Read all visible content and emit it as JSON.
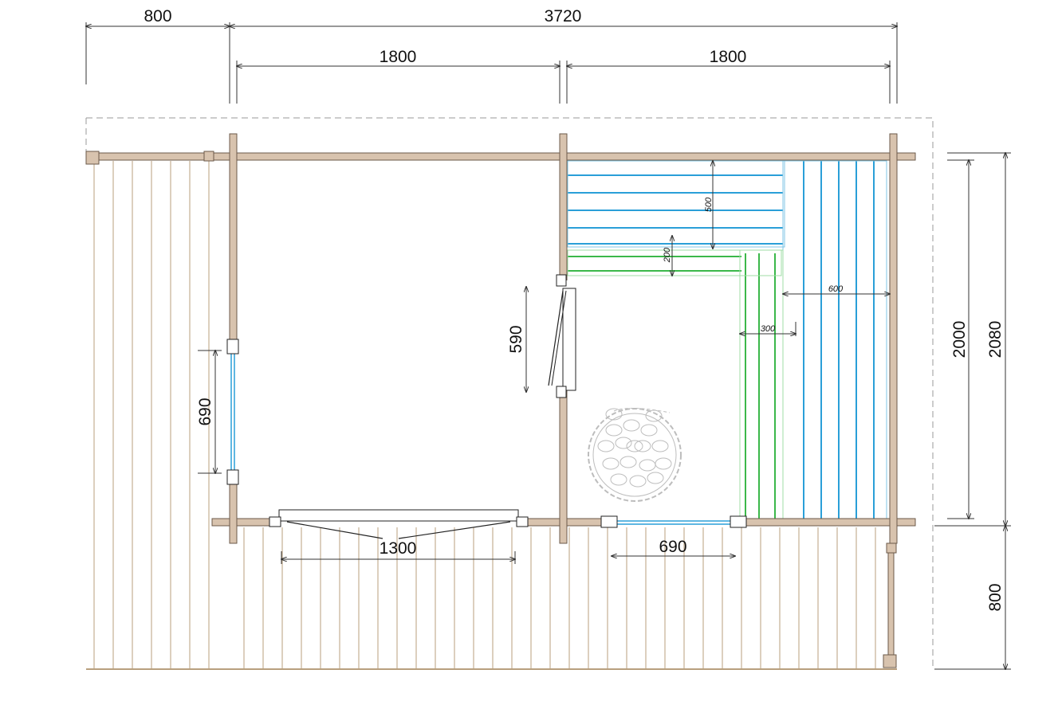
{
  "dimensions": {
    "deck_front_width": "800",
    "total_width": "3720",
    "room_left_width": "1800",
    "room_right_width": "1800",
    "inner_depth": "2000",
    "outer_depth": "2080",
    "deck_depth": "800",
    "side_window": "690",
    "interior_door": "590",
    "front_door": "1300",
    "sauna_window": "690",
    "bench_upper": "500",
    "bench_lower": "200",
    "bench_right": "600",
    "bench_corner": "300"
  },
  "colors": {
    "wall": "#d8c3ae",
    "deck": "#b89f7e",
    "upper_bench": "#2a9fd8",
    "lower_bench": "#3bb84a",
    "stove": "#bdbdbd"
  },
  "icons": {
    "stove": "round-stone-stove-icon"
  }
}
